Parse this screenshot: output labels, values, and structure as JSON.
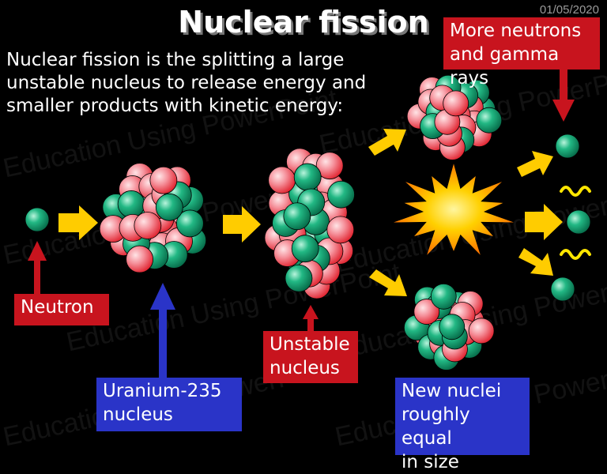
{
  "slide": {
    "title": "Nuclear fission",
    "date": "01/05/2020",
    "intro": "Nuclear fission is the splitting a large unstable nucleus to release energy and smaller products with kinetic energy:"
  },
  "labels": {
    "neutron": "Neutron",
    "uranium_line1": "Uranium-235",
    "uranium_line2": "nucleus",
    "unstable_line1": "Unstable",
    "unstable_line2": "nucleus",
    "new_nuclei_line1": "New nuclei",
    "new_nuclei_line2": "roughly equal",
    "new_nuclei_line3": "in size",
    "products_line1": "More neutrons",
    "products_line2": "and gamma rays"
  },
  "watermark": "Education Using PowerPoint",
  "colors": {
    "background": "#000000",
    "label_red": "#c8141e",
    "label_blue": "#2a34c8",
    "neutron_green": "#12a878",
    "proton_pink": "#f07880",
    "arrow_yellow": "#ffcc00",
    "gamma_yellow": "#ffe600",
    "explosion_orange": "#ff8a00"
  }
}
